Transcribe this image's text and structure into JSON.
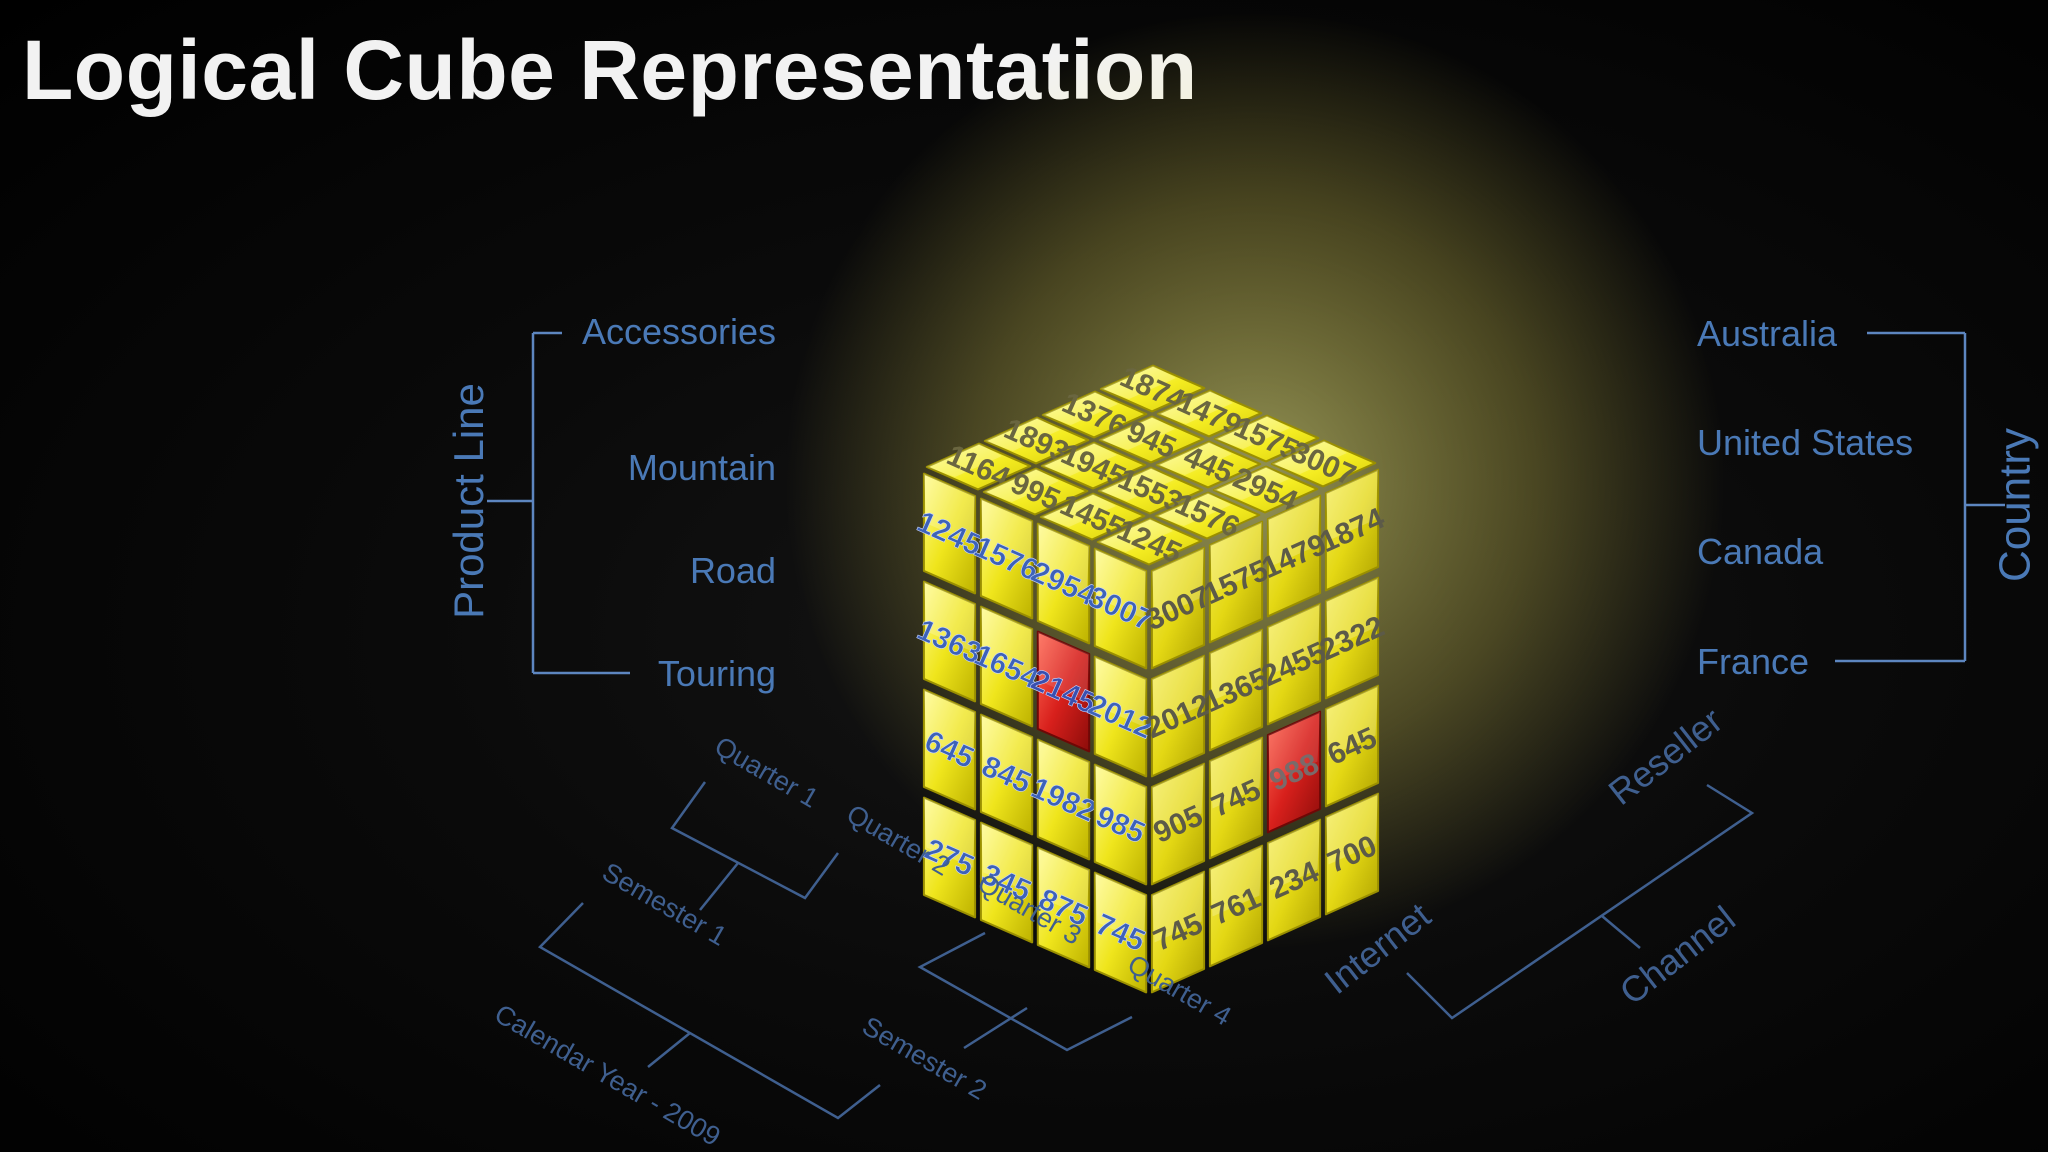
{
  "title": "Logical Cube Representation",
  "dimensions": {
    "product_line": {
      "title": "Product  Line",
      "members": [
        "Accessories",
        "Mountain",
        "Road",
        "Touring"
      ]
    },
    "country": {
      "title": "Country",
      "members": [
        "Australia",
        "United States",
        "Canada",
        "France"
      ]
    },
    "channel": {
      "title": "Channel",
      "members": [
        "Internet",
        "Reseller"
      ]
    },
    "time": {
      "year": "Calendar Year - 2009",
      "semesters": [
        "Semester 1",
        "Semester 2"
      ],
      "quarters": [
        "Quarter 1",
        "Quarter 2",
        "Quarter 3",
        "Quarter 4"
      ]
    }
  },
  "cube": {
    "top": [
      [
        "1164",
        "1893",
        "1376",
        "1874"
      ],
      [
        "995",
        "1945",
        "945",
        "1479"
      ],
      [
        "1455",
        "1553",
        "445",
        "1575"
      ],
      [
        "1245",
        "1576",
        "2954",
        "3007"
      ]
    ],
    "left": [
      [
        "1245",
        "1576",
        "2954",
        "3007"
      ],
      [
        "1363",
        "1654",
        "2145",
        "2012"
      ],
      [
        "645",
        "845",
        "1982",
        "985"
      ],
      [
        "275",
        "345",
        "875",
        "745"
      ]
    ],
    "right": [
      [
        "3007",
        "1575",
        "1479",
        "1874"
      ],
      [
        "2012",
        "1365",
        "2455",
        "2322"
      ],
      [
        "905",
        "745",
        "988",
        "645"
      ],
      [
        "745",
        "761",
        "234",
        "700"
      ]
    ],
    "highlight": [
      {
        "face": "left",
        "row": 1,
        "col": 2
      },
      {
        "face": "right",
        "row": 2,
        "col": 2
      }
    ],
    "colors": {
      "cell": "#f2ea1c",
      "cell_dark": "#c2b600",
      "highlight": "#d8201c",
      "left_text": "#3d62b8",
      "right_text": "#5c5a48"
    }
  },
  "colors": {
    "label": "#4a79b6",
    "bracket": "#5d86c0",
    "background": "#000000",
    "title": "#f2f2f2"
  }
}
